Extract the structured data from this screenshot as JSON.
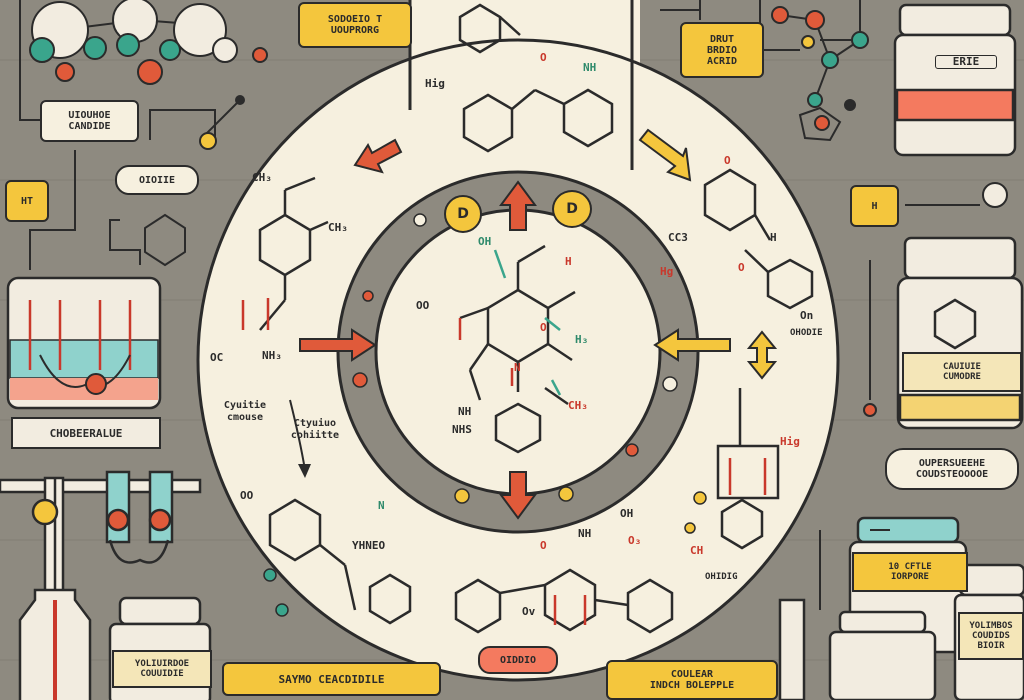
{
  "top_left_label": "SODOEIO T\nUOUPRORG",
  "top_right_label": "DRUT\nBRDIO\nACRID",
  "left_label_1": "UIOUHOE\nCANDIDE",
  "left_small_box": "HT",
  "tube_label": "OIOIIE",
  "left_beaker_label": "CHOBEERALUE",
  "left_text_1": "Cyuitie\ncmouse",
  "left_text_2": "Ctyuiuo\ncohiitte",
  "right_small_box": "H",
  "right_jar_top_label": "ERIE",
  "right_jar_mid_label": "CAUIUIE\nCUMODRE",
  "right_pill_label": "OUPERSUEEHE\nCOUDSTEOOOOE",
  "right_bottom_jar_label": "10 CFTLE\nIORPORE",
  "right_bottom_jar2_label": "YOLIMBOS\nCOUDIDS\nBIOIR",
  "bottom_left_box": "SAYMO CEACDIDILE",
  "bottom_center_pill": "OIDDIO",
  "bottom_right_box": "COULEAR\nINDCH BOLEPPLE",
  "bottom_left_jar_label": "YOLIUIRDOE\nCOUUIDIE",
  "ring_circle_left": "D",
  "ring_circle_right": "D",
  "atoms": {
    "top_hig": "Hig",
    "o1": "O",
    "nh1": "NH",
    "ch3_left": "CH₃",
    "ch3_l2": "CH₃",
    "oc_left": "OC",
    "nh3_left": "NH₃",
    "center_oh": "OH",
    "center_h": "H",
    "center_oo": "OO",
    "center_n": "N",
    "center_h3": "H₃",
    "center_ch3": "CH₃",
    "center_nh": "NH",
    "center_nhs": "NHS",
    "right_cc3": "CC3",
    "right_o": "O",
    "right_h": "H",
    "right_o2": "O",
    "right_on": "On",
    "right_ondine": "OHODIE",
    "right_hig": "Hig",
    "right_hg": "Hg",
    "lower_oo": "OO",
    "lower_ymo": "YHNEO",
    "lower_n": "N",
    "lower_o": "O",
    "lower_03": "O₃",
    "lower_nh": "NH",
    "lower_oh": "OH",
    "lower_ch": "CH",
    "lower_oniding": "OHIDIG",
    "lower_ov": "Ov",
    "dash_o": "O"
  },
  "colors": {
    "ring_fill": "#f6f0df",
    "ring_stroke": "#2b2b2b",
    "gray_band": "#8e8a80",
    "arrow_red": "#e05a3a",
    "arrow_yellow": "#f4c63d",
    "atom_red": "#c9382b",
    "atom_teal": "#3aa58c",
    "atom_yellow": "#f4c63d"
  }
}
